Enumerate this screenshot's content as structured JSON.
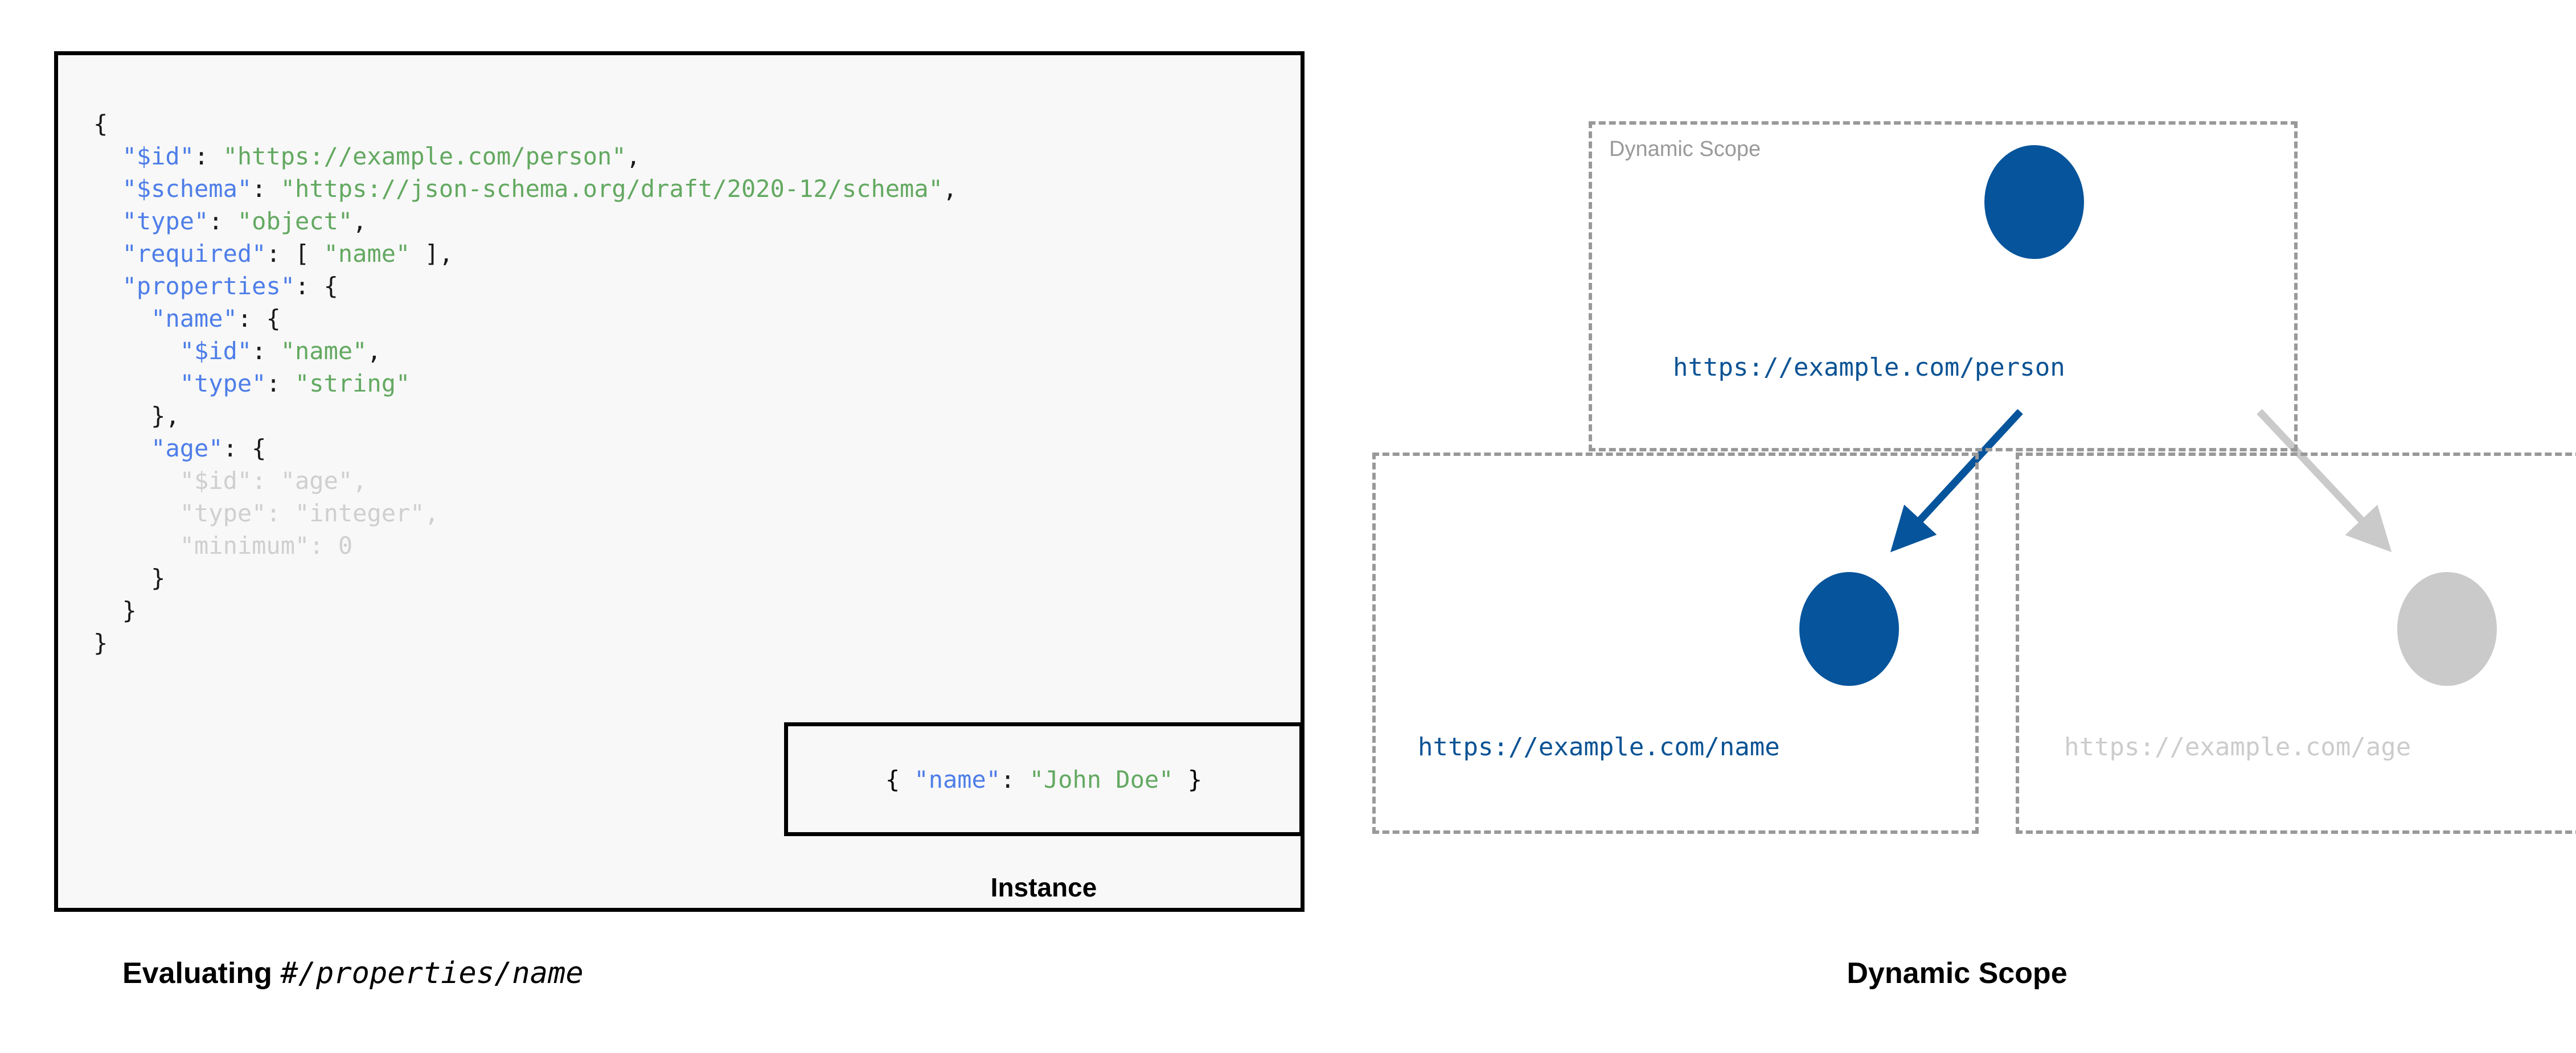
{
  "left": {
    "schema_lines": [
      {
        "indent": 0,
        "dim": false,
        "parts": [
          {
            "t": "{",
            "c": "p"
          }
        ]
      },
      {
        "indent": 1,
        "dim": false,
        "parts": [
          {
            "t": "\"$id\"",
            "c": "k"
          },
          {
            "t": ": ",
            "c": "p"
          },
          {
            "t": "\"https://example.com/person\"",
            "c": "s"
          },
          {
            "t": ",",
            "c": "p"
          }
        ]
      },
      {
        "indent": 1,
        "dim": false,
        "parts": [
          {
            "t": "\"$schema\"",
            "c": "k"
          },
          {
            "t": ": ",
            "c": "p"
          },
          {
            "t": "\"https://json-schema.org/draft/2020-12/schema\"",
            "c": "s"
          },
          {
            "t": ",",
            "c": "p"
          }
        ]
      },
      {
        "indent": 1,
        "dim": false,
        "parts": [
          {
            "t": "\"type\"",
            "c": "k"
          },
          {
            "t": ": ",
            "c": "p"
          },
          {
            "t": "\"object\"",
            "c": "s"
          },
          {
            "t": ",",
            "c": "p"
          }
        ]
      },
      {
        "indent": 1,
        "dim": false,
        "parts": [
          {
            "t": "\"required\"",
            "c": "k"
          },
          {
            "t": ": [ ",
            "c": "p"
          },
          {
            "t": "\"name\"",
            "c": "s"
          },
          {
            "t": " ],",
            "c": "p"
          }
        ]
      },
      {
        "indent": 1,
        "dim": false,
        "parts": [
          {
            "t": "\"properties\"",
            "c": "k"
          },
          {
            "t": ": {",
            "c": "p"
          }
        ]
      },
      {
        "indent": 2,
        "dim": false,
        "parts": [
          {
            "t": "\"name\"",
            "c": "k"
          },
          {
            "t": ": {",
            "c": "p"
          }
        ]
      },
      {
        "indent": 3,
        "dim": false,
        "parts": [
          {
            "t": "\"$id\"",
            "c": "k"
          },
          {
            "t": ": ",
            "c": "p"
          },
          {
            "t": "\"name\"",
            "c": "s"
          },
          {
            "t": ",",
            "c": "p"
          }
        ]
      },
      {
        "indent": 3,
        "dim": false,
        "parts": [
          {
            "t": "\"type\"",
            "c": "k"
          },
          {
            "t": ": ",
            "c": "p"
          },
          {
            "t": "\"string\"",
            "c": "s"
          }
        ]
      },
      {
        "indent": 2,
        "dim": false,
        "parts": [
          {
            "t": "},",
            "c": "p"
          }
        ]
      },
      {
        "indent": 2,
        "dim": false,
        "parts": [
          {
            "t": "\"age\"",
            "c": "k"
          },
          {
            "t": ": {",
            "c": "p"
          }
        ]
      },
      {
        "indent": 3,
        "dim": true,
        "parts": [
          {
            "t": "\"$id\"",
            "c": "k"
          },
          {
            "t": ": ",
            "c": "p"
          },
          {
            "t": "\"age\"",
            "c": "s"
          },
          {
            "t": ",",
            "c": "p"
          }
        ]
      },
      {
        "indent": 3,
        "dim": true,
        "parts": [
          {
            "t": "\"type\"",
            "c": "k"
          },
          {
            "t": ": ",
            "c": "p"
          },
          {
            "t": "\"integer\"",
            "c": "s"
          },
          {
            "t": ",",
            "c": "p"
          }
        ]
      },
      {
        "indent": 3,
        "dim": true,
        "parts": [
          {
            "t": "\"minimum\"",
            "c": "k"
          },
          {
            "t": ": 0",
            "c": "p"
          }
        ]
      },
      {
        "indent": 2,
        "dim": false,
        "parts": [
          {
            "t": "}",
            "c": "p"
          }
        ]
      },
      {
        "indent": 1,
        "dim": false,
        "parts": [
          {
            "t": "}",
            "c": "p"
          }
        ]
      },
      {
        "indent": 0,
        "dim": false,
        "parts": [
          {
            "t": "}",
            "c": "p"
          }
        ]
      }
    ],
    "instance": {
      "open_brace": "{ ",
      "key": "\"name\"",
      "colon": ": ",
      "value": "\"John Doe\"",
      "close_brace": " }",
      "label": "Instance"
    },
    "caption_bold": "Evaluating ",
    "caption_mono": "#/properties/name"
  },
  "right": {
    "scopes": [
      {
        "tag": "Dynamic Scope"
      },
      {
        "tag": ""
      },
      {
        "tag": ""
      }
    ],
    "nodes": [
      {
        "label": "https://example.com/person",
        "state": "active",
        "color": "#06549B"
      },
      {
        "label": "https://example.com/name",
        "state": "active",
        "color": "#06549B"
      },
      {
        "label": "https://example.com/age",
        "state": "inactive",
        "color": "#CACACA"
      }
    ],
    "caption": "Dynamic Scope"
  },
  "colors": {
    "accent_blue": "#06549B",
    "label_blue": "#0B5394",
    "inactive_gray": "#CACACA",
    "dashed_border": "#999999",
    "json_key": "#4E7EE8",
    "json_string": "#63A961",
    "panel_bg": "#F8F8F8",
    "panel_border": "#000000"
  }
}
